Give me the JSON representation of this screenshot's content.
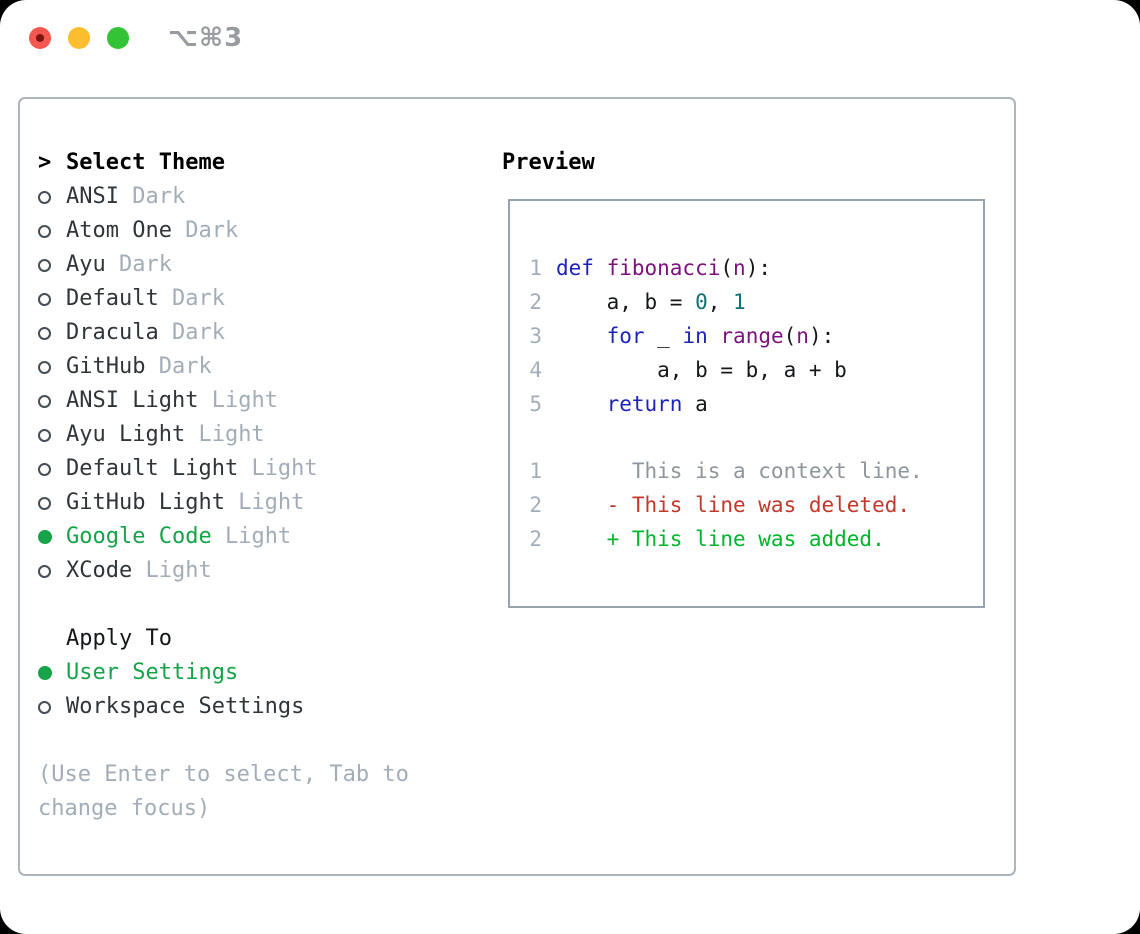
{
  "window": {
    "title": "⌥⌘3"
  },
  "theme_panel": {
    "title_marker": ">",
    "title": "Select Theme",
    "themes": [
      {
        "name": "ANSI",
        "variant": "Dark",
        "selected": false
      },
      {
        "name": "Atom One",
        "variant": "Dark",
        "selected": false
      },
      {
        "name": "Ayu",
        "variant": "Dark",
        "selected": false
      },
      {
        "name": "Default",
        "variant": "Dark",
        "selected": false
      },
      {
        "name": "Dracula",
        "variant": "Dark",
        "selected": false
      },
      {
        "name": "GitHub",
        "variant": "Dark",
        "selected": false
      },
      {
        "name": "ANSI Light",
        "variant": "Light",
        "selected": false
      },
      {
        "name": "Ayu Light",
        "variant": "Light",
        "selected": false
      },
      {
        "name": "Default Light",
        "variant": "Light",
        "selected": false
      },
      {
        "name": "GitHub Light",
        "variant": "Light",
        "selected": false
      },
      {
        "name": "Google Code",
        "variant": "Light",
        "selected": true
      },
      {
        "name": "XCode",
        "variant": "Light",
        "selected": false
      }
    ],
    "apply_to": {
      "title": "Apply To",
      "options": [
        {
          "name": "User Settings",
          "selected": true
        },
        {
          "name": "Workspace Settings",
          "selected": false
        }
      ]
    },
    "help_lines": [
      "(Use Enter to select, Tab to",
      "change focus)"
    ]
  },
  "preview": {
    "title": "Preview",
    "code_lines": [
      {
        "num": "1",
        "tokens": [
          {
            "t": "def ",
            "c": "kwd"
          },
          {
            "t": "fibonacci",
            "c": "typ"
          },
          {
            "t": "(",
            "c": "pln"
          },
          {
            "t": "n",
            "c": "typ"
          },
          {
            "t": "):",
            "c": "pln"
          }
        ]
      },
      {
        "num": "2",
        "tokens": [
          {
            "t": "    a, b = ",
            "c": "pln"
          },
          {
            "t": "0",
            "c": "lit"
          },
          {
            "t": ", ",
            "c": "pln"
          },
          {
            "t": "1",
            "c": "lit"
          }
        ]
      },
      {
        "num": "3",
        "tokens": [
          {
            "t": "    ",
            "c": "pln"
          },
          {
            "t": "for",
            "c": "kwd"
          },
          {
            "t": " _ ",
            "c": "pln"
          },
          {
            "t": "in",
            "c": "kwd"
          },
          {
            "t": " ",
            "c": "pln"
          },
          {
            "t": "range",
            "c": "typ"
          },
          {
            "t": "(",
            "c": "pln"
          },
          {
            "t": "n",
            "c": "typ"
          },
          {
            "t": "):",
            "c": "pln"
          }
        ]
      },
      {
        "num": "4",
        "tokens": [
          {
            "t": "        a, b = b, a + b",
            "c": "pln"
          }
        ]
      },
      {
        "num": "5",
        "tokens": [
          {
            "t": "    ",
            "c": "pln"
          },
          {
            "t": "return",
            "c": "kwd"
          },
          {
            "t": " a",
            "c": "pln"
          }
        ]
      }
    ],
    "diff_lines": [
      {
        "num": "1",
        "kind": "context",
        "text": "      This is a context line."
      },
      {
        "num": "2",
        "kind": "deleted",
        "text": "    - This line was deleted."
      },
      {
        "num": "2",
        "kind": "added",
        "text": "    + This line was added."
      }
    ]
  },
  "colors": {
    "accent_green": "#16a34a",
    "keyword_blue": "#1c23bb",
    "type_purple": "#7d107d",
    "literal_teal": "#0d7272",
    "deleted_red": "#c0392b",
    "added_green": "#00b52a",
    "muted_gray": "#a3adb8"
  }
}
